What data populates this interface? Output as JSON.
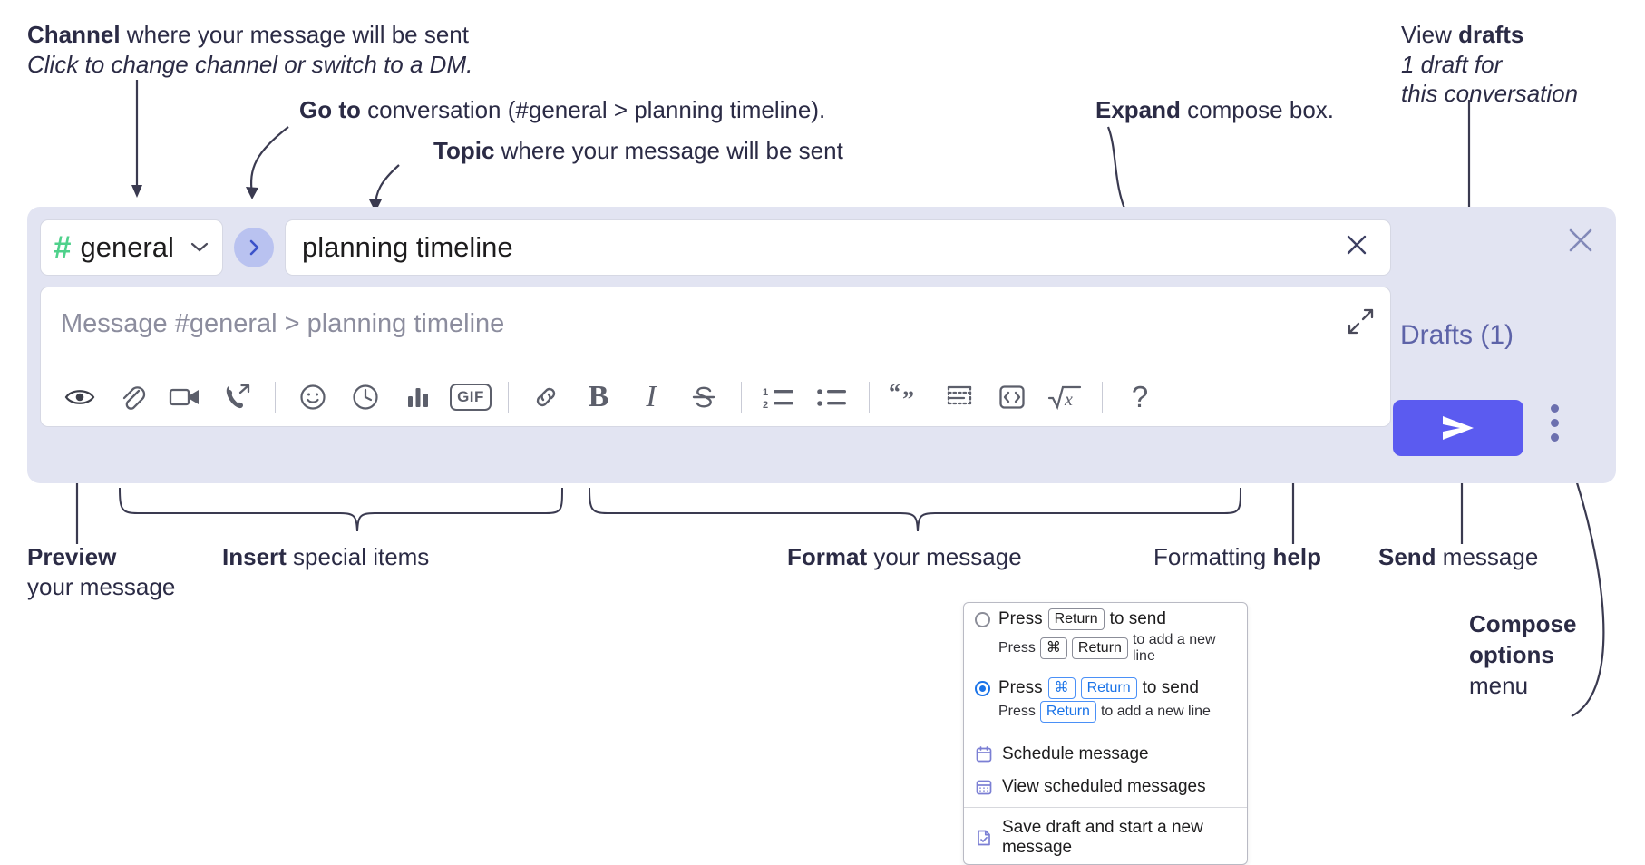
{
  "annotations": {
    "channel": {
      "bold": "Channel",
      "rest": " where your message will be sent",
      "italic": "Click to change channel or switch to a DM."
    },
    "goto": {
      "bold": "Go to",
      "rest": " conversation (#general > planning timeline)."
    },
    "topic": {
      "bold": "Topic",
      "rest": " where your message will be sent"
    },
    "expand": {
      "bold": "Expand",
      "rest": " compose box."
    },
    "drafts": {
      "prefix": "View ",
      "bold": "drafts",
      "italic_line1": "1 draft for",
      "italic_line2": "this conversation"
    },
    "preview": {
      "bold": "Preview",
      "line2": "your message"
    },
    "insert": {
      "bold": "Insert",
      "rest": " special items"
    },
    "format": {
      "bold": "Format",
      "rest": " your message"
    },
    "formatting_help": {
      "prefix": "Formatting ",
      "bold": "help"
    },
    "send": {
      "bold": "Send",
      "rest": " message"
    },
    "compose_options": {
      "line1": "Compose",
      "line2": "options",
      "line3": "menu"
    }
  },
  "compose": {
    "channel_button": {
      "hash": "#",
      "name": "general",
      "caret": "⌄"
    },
    "goto_button_label": "›",
    "topic_input": {
      "value": "planning timeline",
      "clear_label": "✕"
    },
    "message_input": {
      "placeholder": "Message #general > planning timeline"
    },
    "toolbar_icons": [
      "preview-eye-icon",
      "attachment-paperclip-icon",
      "video-camera-icon",
      "phone-forward-icon",
      "divider",
      "emoji-smiley-icon",
      "clock-icon",
      "poll-bar-chart-icon",
      "gif-icon",
      "divider",
      "link-icon",
      "bold-icon",
      "italic-icon",
      "strikethrough-icon",
      "divider",
      "ordered-list-icon",
      "bulleted-list-icon",
      "divider",
      "blockquote-icon",
      "code-block-icon",
      "inline-code-icon",
      "math-icon",
      "divider",
      "formatting-help-icon"
    ],
    "gif_label": "GIF",
    "bold_label": "B",
    "italic_label": "I",
    "help_label": "?",
    "close_label": "✕",
    "drafts_label": "Drafts (1)",
    "send_button_label": "send-arrow"
  },
  "menu": {
    "options": [
      {
        "selected": false,
        "main": {
          "pre": "Press",
          "keys": [
            "Return"
          ],
          "post": "to send"
        },
        "sub": {
          "pre": "Press",
          "keys": [
            "⌘",
            "Return"
          ],
          "post": "to add a new line"
        }
      },
      {
        "selected": true,
        "main": {
          "pre": "Press",
          "keys": [
            "⌘",
            "Return"
          ],
          "post": "to send"
        },
        "sub": {
          "pre": "Press",
          "keys": [
            "Return"
          ],
          "post": "to add a new line"
        }
      }
    ],
    "items": [
      {
        "icon": "calendar-schedule-icon",
        "label": "Schedule message"
      },
      {
        "icon": "calendar-grid-icon",
        "label": "View scheduled messages"
      },
      {
        "icon": "save-draft-document-icon",
        "label": "Save draft and start a new message"
      }
    ]
  },
  "colors": {
    "compose_bg": "#e2e4f2",
    "send_button": "#5b5bf0",
    "hash_green": "#4fd18b",
    "goto_circle": "#b9c2f0",
    "drafts_text": "#5d63a8",
    "accent_blue": "#1a73e8",
    "menu_icon_purple": "#7b7fd4",
    "text": "#2b2b45"
  }
}
